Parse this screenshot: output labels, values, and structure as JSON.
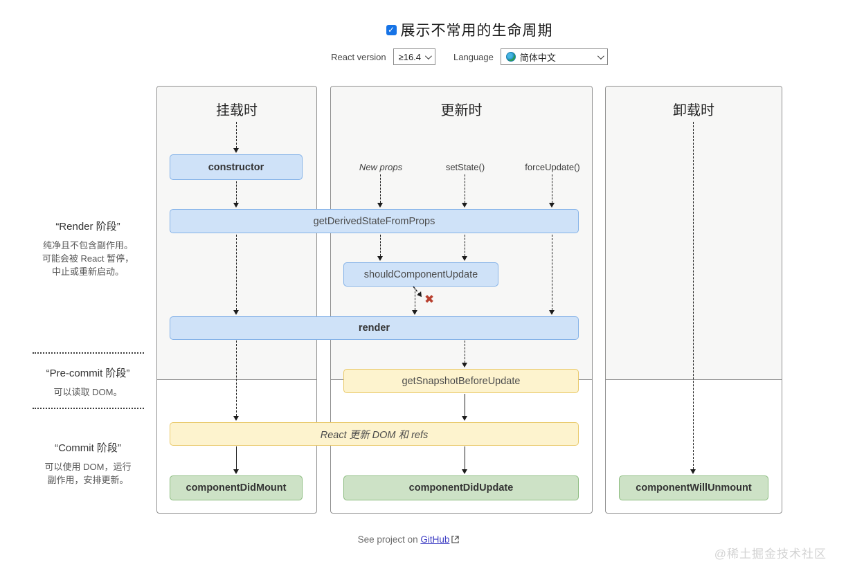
{
  "header": {
    "title": "展示不常用的生命周期",
    "checkbox_checked": true,
    "react_version_label": "React version",
    "react_version_value": "≥16.4",
    "language_label": "Language",
    "language_value": "简体中文"
  },
  "columns": {
    "mounting": "挂载时",
    "updating": "更新时",
    "unmounting": "卸载时"
  },
  "phases": {
    "render": {
      "title": "“Render 阶段”",
      "lines": [
        "纯净且不包含副作用。",
        "可能会被 React 暂停，",
        "中止或重新启动。"
      ]
    },
    "precommit": {
      "title": "“Pre-commit 阶段”",
      "lines": [
        "可以读取 DOM。"
      ]
    },
    "commit": {
      "title": "“Commit 阶段”",
      "lines": [
        "可以使用 DOM，运行",
        "副作用，安排更新。"
      ]
    }
  },
  "triggers": {
    "new_props": "New props",
    "set_state": "setState()",
    "force_update": "forceUpdate()"
  },
  "nodes": {
    "constructor": "constructor",
    "get_derived_state_from_props": "getDerivedStateFromProps",
    "should_component_update": "shouldComponentUpdate",
    "render": "render",
    "get_snapshot_before_update": "getSnapshotBeforeUpdate",
    "react_updates": "React 更新 DOM 和 refs",
    "component_did_mount": "componentDidMount",
    "component_did_update": "componentDidUpdate",
    "component_will_unmount": "componentWillUnmount"
  },
  "icons": {
    "check_mark": "✓",
    "x_mark": "✖"
  },
  "footer": {
    "text": "See project on ",
    "link_label": "GitHub"
  },
  "watermark": "@稀土掘金技术社区",
  "colors": {
    "box-blue-bg": "#cfe2f8",
    "box-blue-border": "#84b2e8",
    "box-yellow-bg": "#fdf3ce",
    "box-yellow-border": "#e9c969",
    "box-green-bg": "#cde2c6",
    "box-green-border": "#8cbc80",
    "checkbox-blue": "#1673e6",
    "link": "#3f3fc4",
    "x-mark": "#b8402f",
    "panel-bg": "#f7f7f6",
    "panel-border": "#8f8f8f",
    "arrow": "#1c1c1c"
  }
}
